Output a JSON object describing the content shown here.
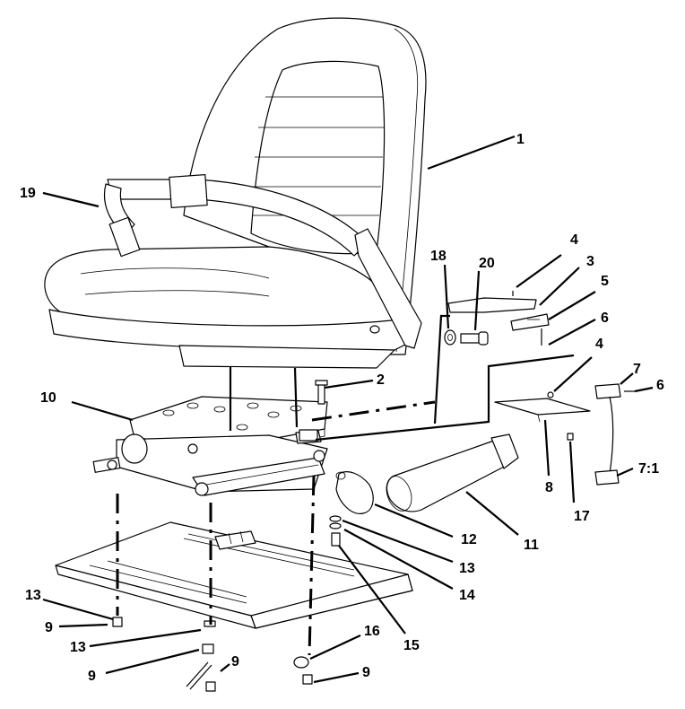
{
  "callouts": [
    {
      "id": "c1",
      "text": "1"
    },
    {
      "id": "c2",
      "text": "2"
    },
    {
      "id": "c3",
      "text": "3"
    },
    {
      "id": "c4a",
      "text": "4"
    },
    {
      "id": "c4b",
      "text": "4"
    },
    {
      "id": "c5",
      "text": "5"
    },
    {
      "id": "c6a",
      "text": "6"
    },
    {
      "id": "c6b",
      "text": "6"
    },
    {
      "id": "c7",
      "text": "7"
    },
    {
      "id": "c7_1",
      "text": "7:1"
    },
    {
      "id": "c8",
      "text": "8"
    },
    {
      "id": "c9a",
      "text": "9"
    },
    {
      "id": "c9b",
      "text": "9"
    },
    {
      "id": "c9c",
      "text": "9"
    },
    {
      "id": "c9d",
      "text": "9"
    },
    {
      "id": "c10",
      "text": "10"
    },
    {
      "id": "c11",
      "text": "11"
    },
    {
      "id": "c12",
      "text": "12"
    },
    {
      "id": "c13a",
      "text": "13"
    },
    {
      "id": "c13b",
      "text": "13"
    },
    {
      "id": "c13c",
      "text": "13"
    },
    {
      "id": "c14",
      "text": "14"
    },
    {
      "id": "c15",
      "text": "15"
    },
    {
      "id": "c16",
      "text": "16"
    },
    {
      "id": "c17",
      "text": "17"
    },
    {
      "id": "c18",
      "text": "18"
    },
    {
      "id": "c19",
      "text": "19"
    },
    {
      "id": "c20",
      "text": "20"
    }
  ]
}
